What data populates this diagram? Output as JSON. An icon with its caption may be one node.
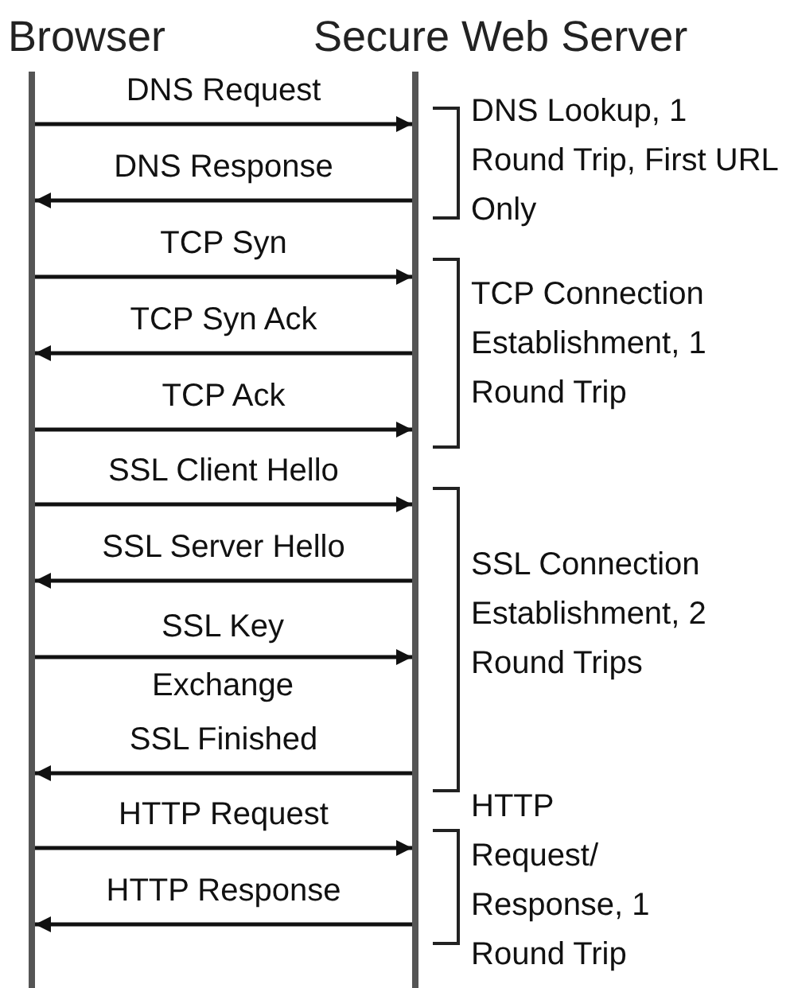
{
  "diagram": {
    "nodes": [
      {
        "text": [
          "Browser"
        ]
      },
      {
        "text": [
          "Secure Web Server"
        ]
      }
    ],
    "edges": [
      {
        "from": 0,
        "to": 1,
        "arrow": "to",
        "label": "DNS Request"
      },
      {
        "from": 1,
        "to": 0,
        "arrow": "to",
        "label": "DNS Response"
      },
      {
        "from": 0,
        "to": 1,
        "arrow": "to",
        "label": "TCP Syn"
      },
      {
        "from": 1,
        "to": 0,
        "arrow": "to",
        "label": "TCP Syn Ack"
      },
      {
        "from": 0,
        "to": 1,
        "arrow": "to",
        "label": "TCP Ack"
      },
      {
        "from": 0,
        "to": 1,
        "arrow": "to",
        "label": "SSL Client Hello"
      },
      {
        "from": 1,
        "to": 0,
        "arrow": "to",
        "label": "SSL Server Hello"
      },
      {
        "from": 0,
        "to": 1,
        "arrow": "to",
        "label": "SSL Key Exchange"
      },
      {
        "from": 1,
        "to": 0,
        "arrow": "to",
        "label": "SSL Finished"
      },
      {
        "from": 0,
        "to": 1,
        "arrow": "to",
        "label": "HTTP Request"
      },
      {
        "from": 1,
        "to": 0,
        "arrow": "to",
        "label": "HTTP Response"
      }
    ],
    "labels": [
      "DNS Lookup, 1 Round Trip, First URL Only",
      "TCP Connection Establishment, 1 Round Trip",
      "SSL Connection Establishment, 2 Round Trips",
      "HTTP Request/ Response, 1 Round Trip"
    ]
  }
}
